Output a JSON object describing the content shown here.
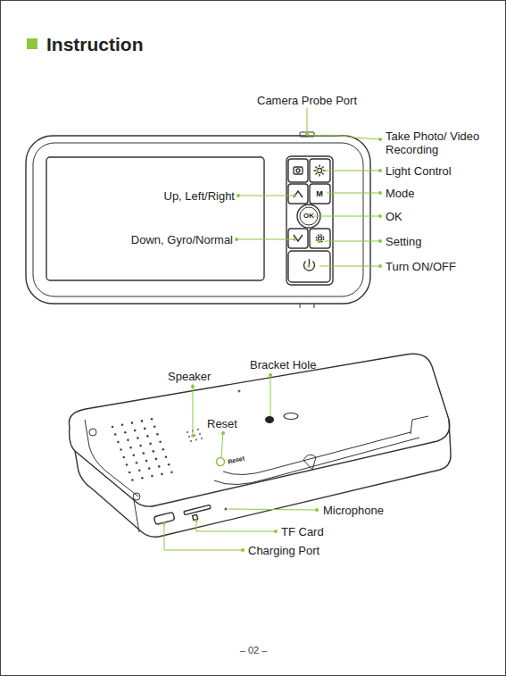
{
  "diagram": {
    "title": "Instruction",
    "labels": [
      "Camera Probe Port",
      "Take Photo/ Video Recording",
      "Light Control",
      "Up, Left/Right",
      "M",
      "Mode",
      "OK",
      "OK",
      "Down, Gyro/Normal",
      "Setting",
      "Turn ON/OFF",
      "Bracket Hole",
      "Speaker",
      "Reset",
      "Reset",
      "Microphone",
      "TF Card",
      "Charging Port",
      "– 02 –"
    ]
  }
}
